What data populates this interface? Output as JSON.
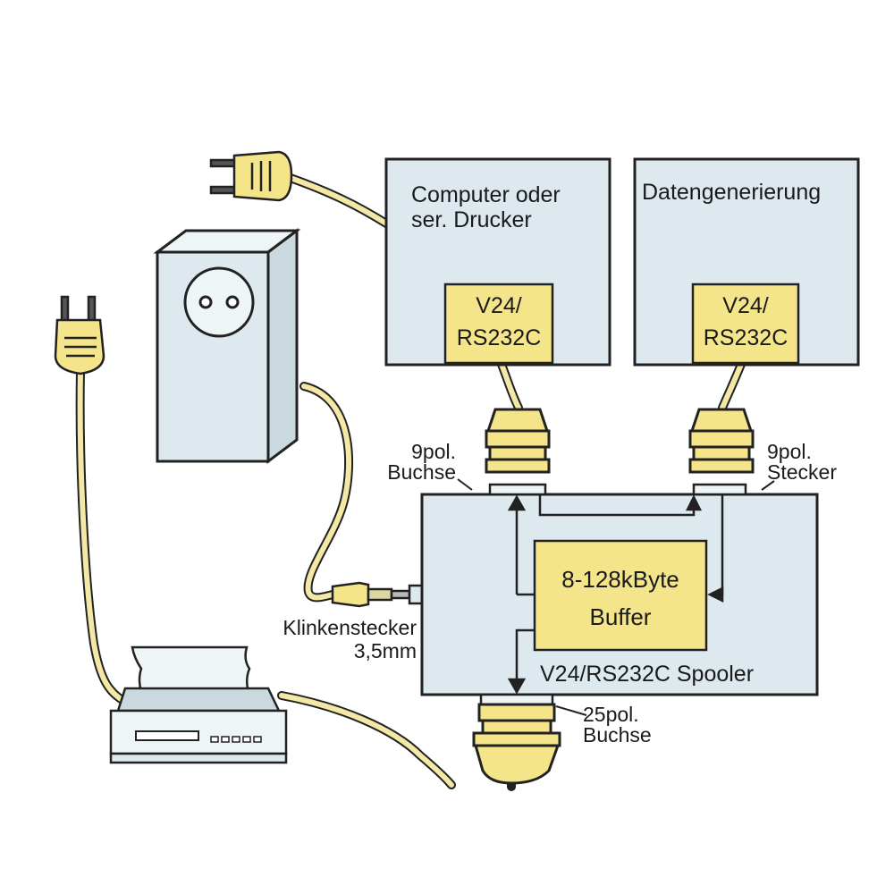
{
  "computer_box": {
    "title": "Computer oder\nser. Drucker",
    "port": "V24/\nRS232C"
  },
  "data_gen_box": {
    "title": "Datengenerierung",
    "port": "V24/\nRS232C"
  },
  "spooler": {
    "buffer": "8-128kByte\nBuffer",
    "label": "V24/RS232C Spooler"
  },
  "connectors": {
    "left_9pin": "9pol.\nBuchse",
    "right_9pin": "9pol.\nStecker",
    "bottom_25pin": "25pol.\nBuchse",
    "jack": "Klinkenstecker\n3,5mm"
  },
  "colors": {
    "box_fill": "#dde9ee",
    "yellow": "#f5e58a",
    "outline": "#222222",
    "cable": "#f3e8a6"
  }
}
